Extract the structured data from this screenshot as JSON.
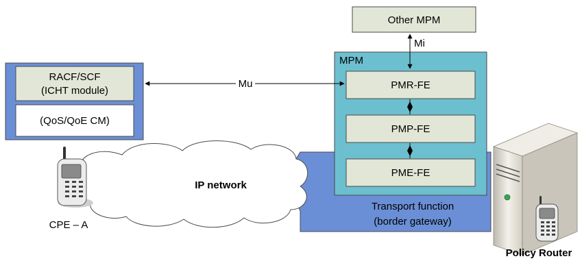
{
  "boxes": {
    "other_mpm": "Other MPM",
    "mpm": "MPM",
    "pmr_fe": "PMR-FE",
    "pmp_fe": "PMP-FE",
    "pme_fe": "PME-FE",
    "racf_line1": "RACF/SCF",
    "racf_line2": "(ICHT module)",
    "qos": "(QoS/QoE CM)"
  },
  "interfaces": {
    "mi": "Mi",
    "mu": "Mu"
  },
  "network": {
    "cloud": "IP network",
    "transport_line1": "Transport function",
    "transport_line2": "(border gateway)"
  },
  "devices": {
    "cpe": "CPE – A",
    "router": "Policy Router"
  },
  "colors": {
    "box_fill": "#e2e6d6",
    "mpm_fill": "#6cbfcf",
    "blue": "#6b8fd6",
    "cloud_fill": "#ffffff"
  }
}
